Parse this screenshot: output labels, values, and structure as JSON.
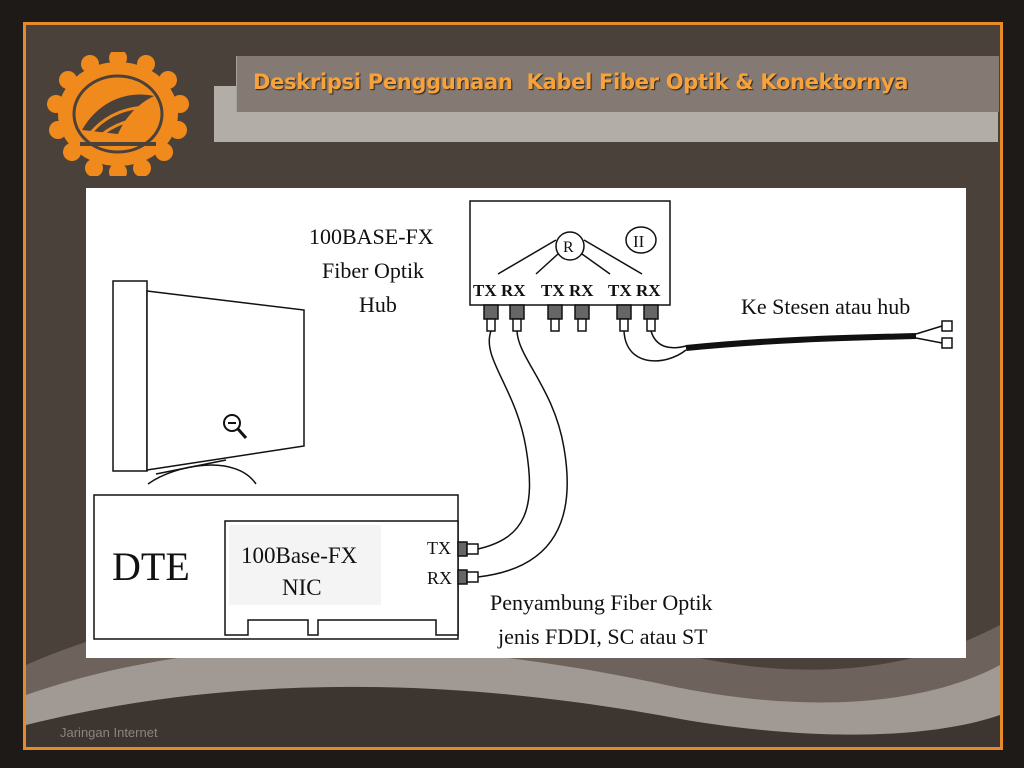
{
  "slide": {
    "title": "Deskripsi Penggunaan  Kabel Fiber Optik & Konektornya",
    "footer": "Jaringan Internet"
  },
  "colors": {
    "frame": "#e88a2a",
    "background": "#4b413b",
    "title_text": "#f7a23a",
    "title_bar": "#847a73",
    "title_shadow": "#b3ada7",
    "logo": "#f08a1c"
  },
  "diagram": {
    "hub_label": [
      "100BASE-FX",
      "Fiber Optik",
      "Hub"
    ],
    "hub_ports": [
      "TX",
      "RX",
      "TX",
      "RX",
      "TX",
      "RX"
    ],
    "hub_repeater_symbol": "R",
    "hub_class_symbol": "II",
    "uplink_label": "Ke Stesen atau hub",
    "dte_label": "DTE",
    "nic_label": [
      "100Base-FX",
      "NIC"
    ],
    "nic_ports": [
      "TX",
      "RX"
    ],
    "connector_label": [
      "Penyambung Fiber Optik",
      "jenis FDDI, SC atau ST"
    ]
  },
  "icons": [
    "university-logo-icon",
    "monitor-icon",
    "magnifier-icon"
  ]
}
